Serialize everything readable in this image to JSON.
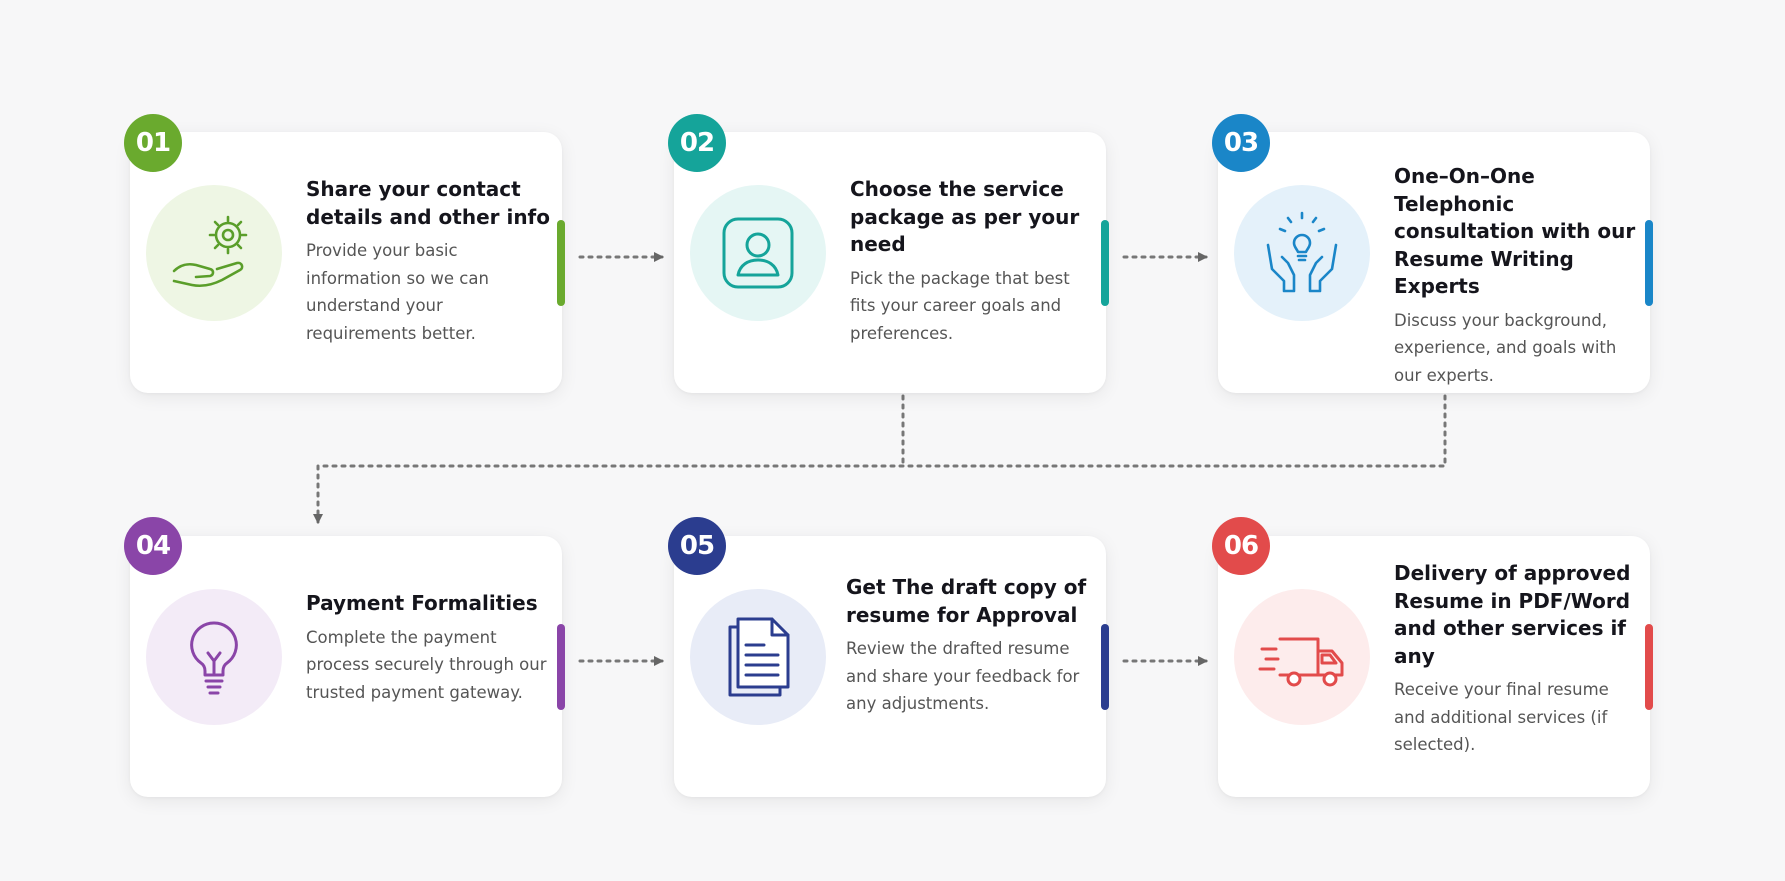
{
  "steps": [
    {
      "number": "01",
      "title": "Share your contact details and other info",
      "description": "Provide your basic information so we can understand your requirements better.",
      "icon": "hand-gear-icon",
      "color": "#6aaa2e",
      "tint": "#eef6e4"
    },
    {
      "number": "02",
      "title": "Choose the service package as per your need",
      "description": "Pick the package that best fits your career goals and preferences.",
      "icon": "user-profile-icon",
      "color": "#15a49a",
      "tint": "#e5f6f4"
    },
    {
      "number": "03",
      "title": "One–On–One Telephonic consultation with our Resume Writing Experts",
      "description": "Discuss your background, experience, and goals with our experts.",
      "icon": "hands-lightbulb-icon",
      "color": "#1a86c8",
      "tint": "#e4f1fa"
    },
    {
      "number": "04",
      "title": "Payment Formalities",
      "description": "Complete the payment process securely through our trusted payment gateway.",
      "icon": "lightbulb-icon",
      "color": "#8a45a8",
      "tint": "#f3ebf7"
    },
    {
      "number": "05",
      "title": "Get The draft copy of resume for Approval",
      "description": "Review the drafted resume and share your feedback for any adjustments.",
      "icon": "document-icon",
      "color": "#2b3d8f",
      "tint": "#e8ecf7"
    },
    {
      "number": "06",
      "title": "Delivery of approved Resume in PDF/Word and other services if any",
      "description": "Receive your final resume and additional services (if selected).",
      "icon": "delivery-truck-icon",
      "color": "#e24b4b",
      "tint": "#fdecec"
    }
  ]
}
